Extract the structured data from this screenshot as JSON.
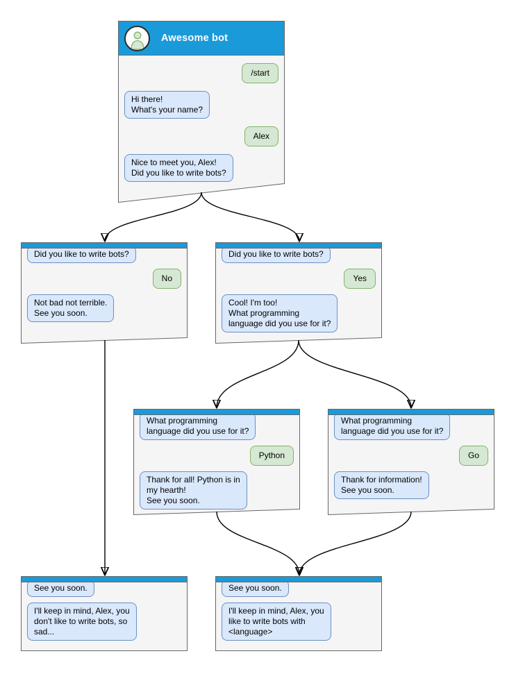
{
  "diagram": {
    "colors": {
      "header-blue": "#1B9AD9",
      "window-bg": "#F5F5F5",
      "window-border": "#666666",
      "bubble-blue-bg": "#DAE8FC",
      "bubble-blue-border": "#6C8EBF",
      "bubble-green-bg": "#D5E8D4",
      "bubble-green-border": "#82B366",
      "edge-color": "#000000"
    },
    "windows": [
      {
        "id": "start",
        "title": "Awesome bot",
        "messages": [
          {
            "from": "user",
            "text": "/start"
          },
          {
            "from": "bot",
            "text": "Hi there!\nWhat's your name?"
          },
          {
            "from": "user",
            "text": "Alex"
          },
          {
            "from": "bot",
            "text": "Nice to meet you, Alex!\nDid you like to write bots?"
          }
        ]
      },
      {
        "id": "branch-no",
        "messages": [
          {
            "from": "bot",
            "text": "Did you like to write bots?"
          },
          {
            "from": "user",
            "text": "No"
          },
          {
            "from": "bot",
            "text": "Not bad not terrible.\nSee you soon."
          }
        ]
      },
      {
        "id": "branch-yes",
        "messages": [
          {
            "from": "bot",
            "text": "Did you like to write bots?"
          },
          {
            "from": "user",
            "text": "Yes"
          },
          {
            "from": "bot",
            "text": "Cool! I'm too!\nWhat programming\nlanguage did you use for it?"
          }
        ]
      },
      {
        "id": "lang-python",
        "messages": [
          {
            "from": "bot",
            "text": "What programming\nlanguage did you use for it?"
          },
          {
            "from": "user",
            "text": "Python"
          },
          {
            "from": "bot",
            "text": "Thank for all! Python is in\nmy hearth!\nSee you soon."
          }
        ]
      },
      {
        "id": "lang-go",
        "messages": [
          {
            "from": "bot",
            "text": "What programming\nlanguage did you use for it?"
          },
          {
            "from": "user",
            "text": "Go"
          },
          {
            "from": "bot",
            "text": "Thank for information!\nSee you soon."
          }
        ]
      },
      {
        "id": "end-no",
        "messages": [
          {
            "from": "bot",
            "text": "See you soon."
          },
          {
            "from": "bot",
            "text": "I'll keep in mind, Alex, you\ndon't like to write bots, so\nsad..."
          }
        ]
      },
      {
        "id": "end-yes",
        "messages": [
          {
            "from": "bot",
            "text": "See you soon."
          },
          {
            "from": "bot",
            "text": "I'll keep in mind, Alex, you\nlike to write bots with\n<language>"
          }
        ]
      }
    ],
    "edges": [
      {
        "from": "start",
        "to": "branch-no"
      },
      {
        "from": "start",
        "to": "branch-yes"
      },
      {
        "from": "branch-no",
        "to": "end-no"
      },
      {
        "from": "branch-yes",
        "to": "lang-python"
      },
      {
        "from": "branch-yes",
        "to": "lang-go"
      },
      {
        "from": "lang-python",
        "to": "end-yes"
      },
      {
        "from": "lang-go",
        "to": "end-yes"
      }
    ]
  }
}
